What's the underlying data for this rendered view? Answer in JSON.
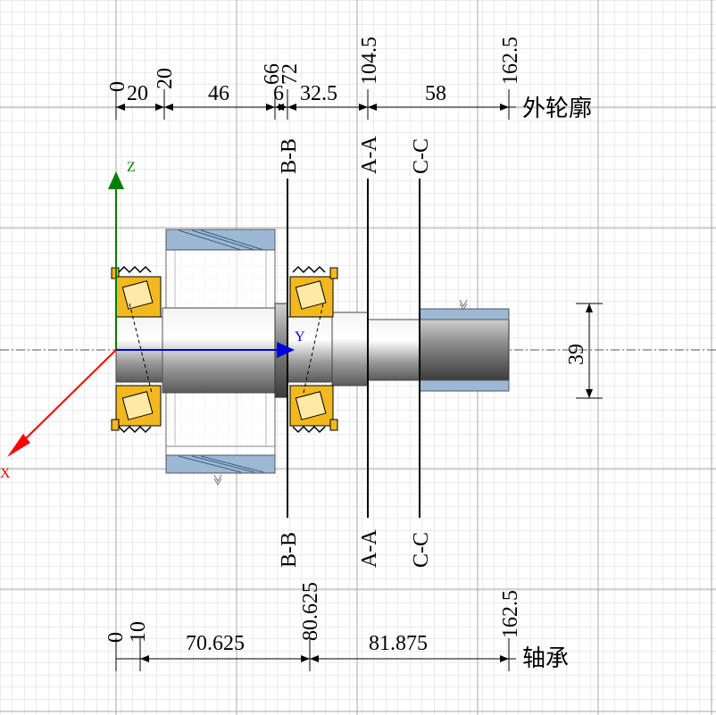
{
  "outline_dims": {
    "positions": [
      "0",
      "20",
      "66",
      "72",
      "104.5",
      "162.5"
    ],
    "segments": [
      "20",
      "46",
      "6",
      "32.5",
      "58"
    ],
    "label": "外轮廓"
  },
  "bearing_dims": {
    "positions": [
      "0",
      "10",
      "80.625",
      "162.5"
    ],
    "segments": [
      "70.625",
      "81.875"
    ],
    "label": "轴承"
  },
  "diameter_dim": "39",
  "sections": {
    "bb": "B-B",
    "aa": "A-A",
    "cc": "C-C"
  },
  "axes": {
    "x": "X",
    "y": "Y",
    "z": "Z"
  },
  "colors": {
    "bearing": "#f2b820",
    "gear_blue": "#9cb8d4",
    "axis_x": "#ff0000",
    "axis_y": "#0000e0",
    "axis_z": "#008000",
    "grid": "#cfcfcf"
  }
}
